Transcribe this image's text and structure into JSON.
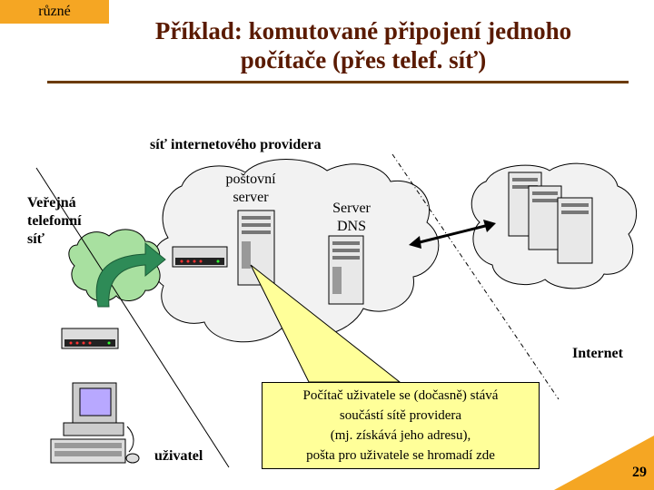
{
  "header": {
    "tag": "různé",
    "title_line1": "Příklad: komutované připojení jednoho",
    "title_line2": "počítače (přes telef. síť)"
  },
  "labels": {
    "provider_network": "síť internetového providera",
    "mail_server_line1": "poštovní",
    "mail_server_line2": "server",
    "dns_line1": "Server",
    "dns_line2": "DNS",
    "phone_line1": "Veřejná",
    "phone_line2": "telefonní",
    "phone_line3": "síť",
    "internet": "Internet",
    "user": "uživatel"
  },
  "callout": {
    "line1": "Počítač uživatele se (dočasně) stává",
    "line2": "součástí sítě providera",
    "line3": "(mj. získává jeho adresu),",
    "line4": "pošta pro uživatele se hromadí zde"
  },
  "page_number": "29",
  "colors": {
    "accent": "#f5a623",
    "title": "#5a1a00",
    "callout_bg": "#ffff99",
    "phone_cloud": "#a8e0a0",
    "arrow": "#2e8b57",
    "monitor_screen": "#b8a8ff"
  }
}
